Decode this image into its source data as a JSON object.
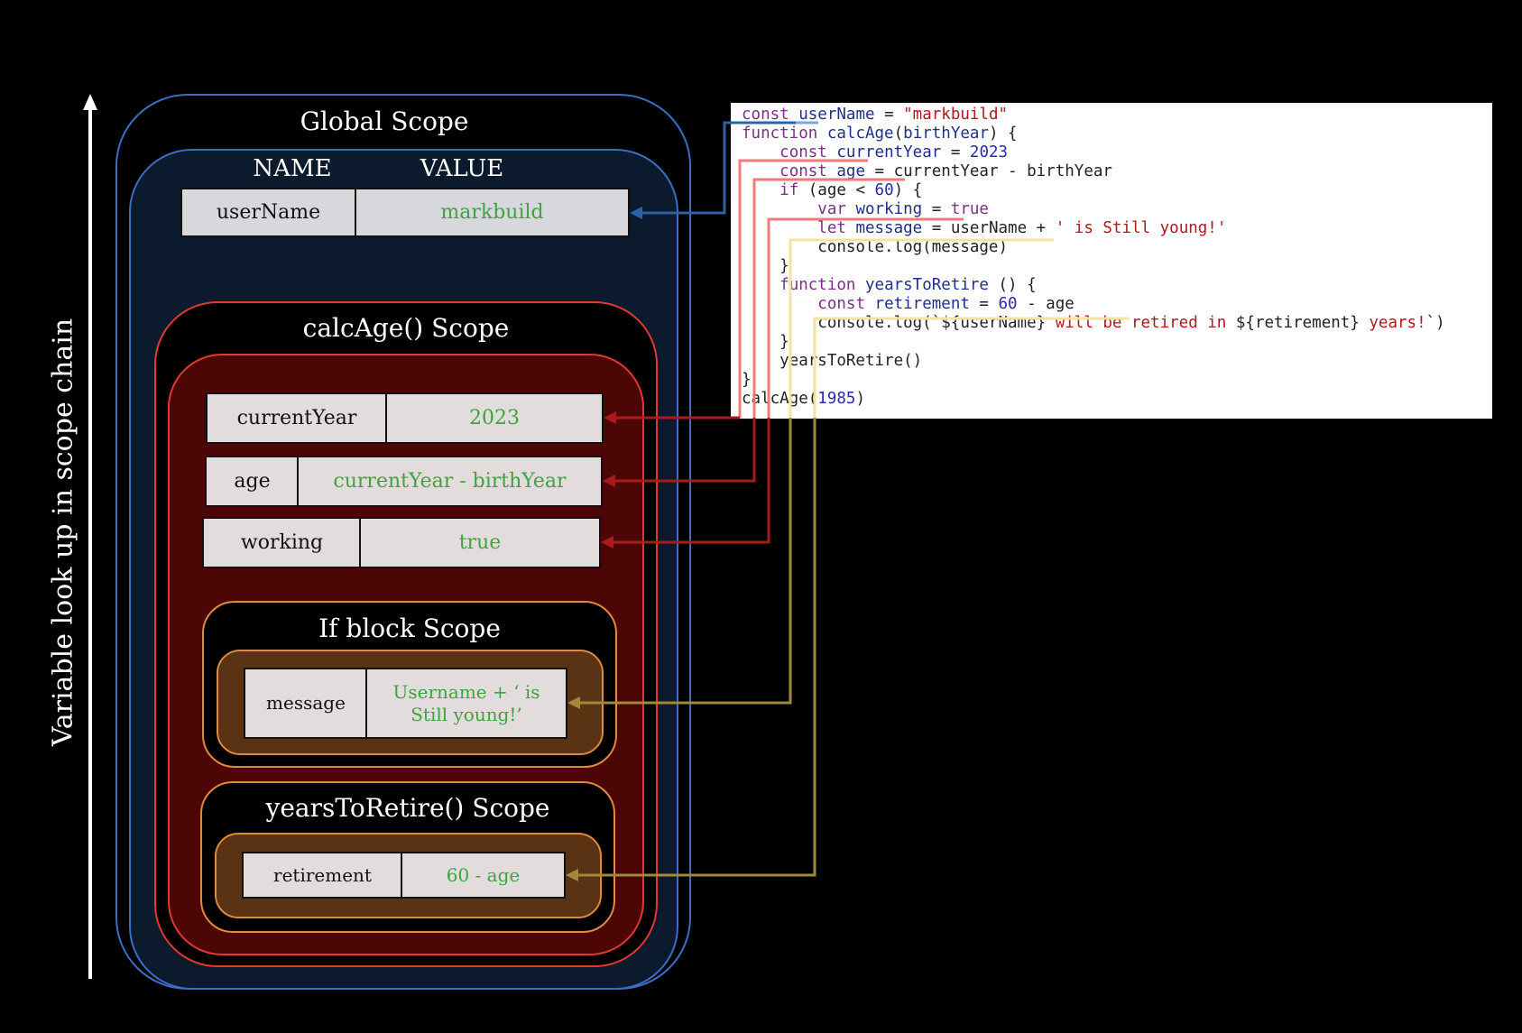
{
  "axis_label": "Variable look up in scope chain",
  "global_scope": {
    "title": "Global Scope",
    "header_name": "NAME",
    "header_value": "VALUE",
    "variables": [
      {
        "name": "userName",
        "value": "markbuild"
      }
    ]
  },
  "calcage_scope": {
    "title": "calcAge() Scope",
    "variables": [
      {
        "name": "currentYear",
        "value": "2023"
      },
      {
        "name": "age",
        "value": "currentYear - birthYear"
      },
      {
        "name": "working",
        "value": "true"
      }
    ]
  },
  "if_scope": {
    "title": "If block Scope",
    "variables": [
      {
        "name": "message",
        "value": "Username + ‘ is Still young!’"
      }
    ]
  },
  "retire_scope": {
    "title": "yearsToRetire() Scope",
    "variables": [
      {
        "name": "retirement",
        "value": "60 - age"
      }
    ]
  },
  "code": {
    "lines": [
      "const userName = \"markbuild\"",
      "function calcAge(birthYear) {",
      "    const currentYear = 2023",
      "    const age = currentYear - birthYear",
      "    if (age < 60) {",
      "        var working = true",
      "        let message = userName + ' is Still young!'",
      "        console.log(message)",
      "    }",
      "    function yearsToRetire () {",
      "        const retirement = 60 - age",
      "        console.log(`${userName} will be retired in ${retirement} years!`)",
      "    }",
      "    yearsToRetire()",
      "}",
      "calcAge(1985)"
    ]
  },
  "colors": {
    "global": "#3a6fc4",
    "global_fill": "#0b1a2c",
    "calcage": "#e03a2e",
    "calcage_fill": "#4d0606",
    "block": "#e08a3a",
    "block_fill": "#5a3214",
    "link_blue": "#2a64a8",
    "link_red": "#a81c1c",
    "link_gold": "#a08a3a",
    "code_red": "#f07a7a",
    "code_yellow": "#f2e4a0",
    "code_blue": "#7aa6d8"
  }
}
